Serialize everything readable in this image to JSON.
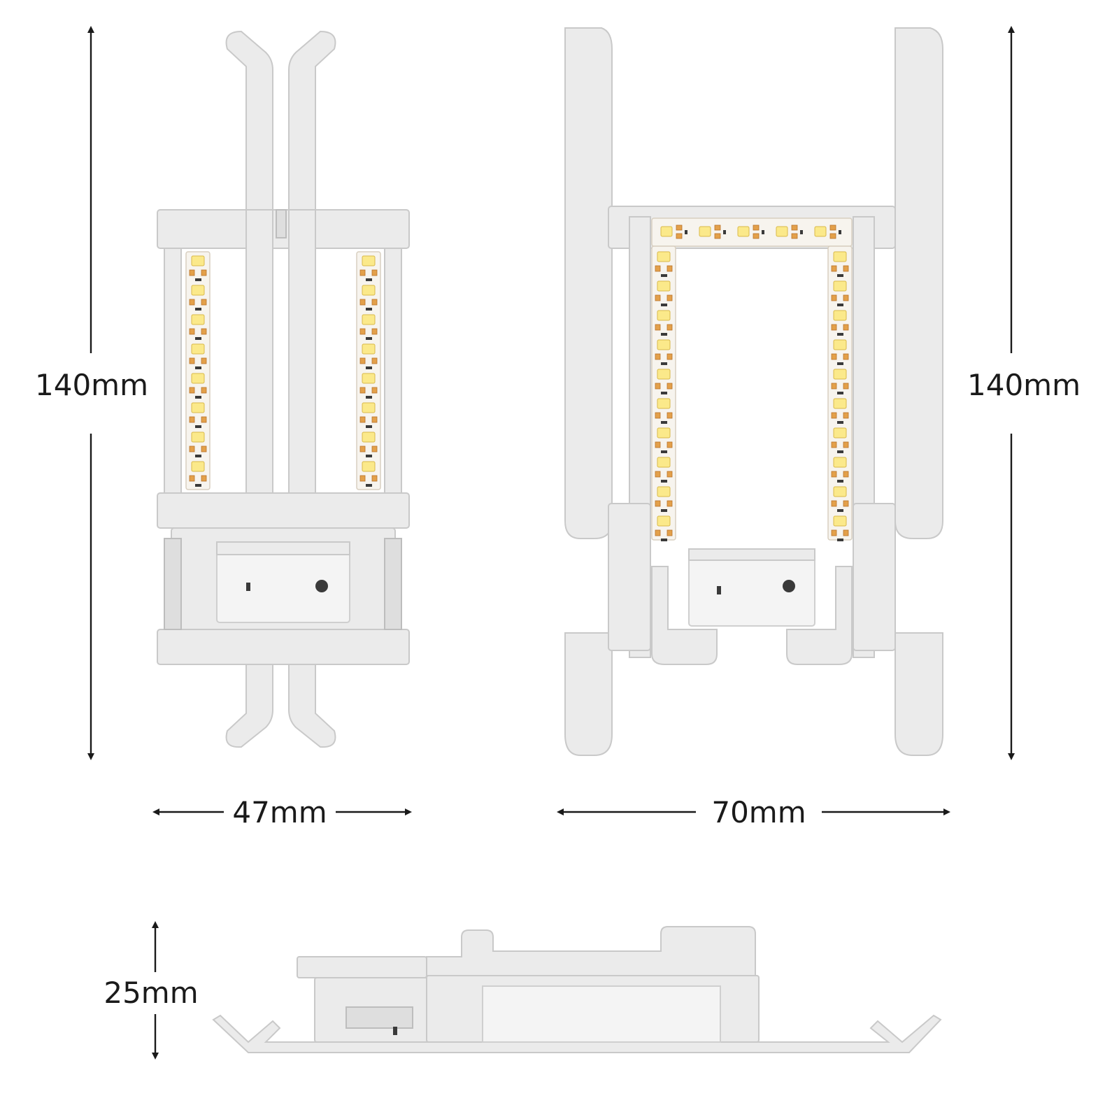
{
  "dimensions": {
    "front_height": "140mm",
    "front_width": "47mm",
    "open_height": "140mm",
    "open_width": "70mm",
    "side_depth": "25mm"
  },
  "colors": {
    "plastic": "#ebebeb",
    "led": "#fbe98a",
    "led_pad": "#e3a04a",
    "dimension_line": "#1a1a1a"
  }
}
